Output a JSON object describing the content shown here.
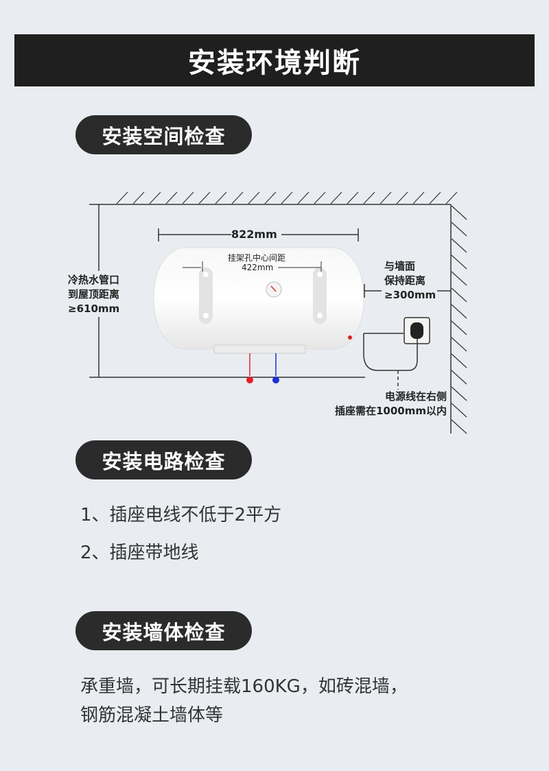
{
  "header": {
    "title": "安装环境判断"
  },
  "sections": [
    {
      "title": "安装空间检查"
    },
    {
      "title": "安装电路检查",
      "items": [
        "1、插座电线不低于2平方",
        "2、插座带地线"
      ]
    },
    {
      "title": "安装墙体检查",
      "lines": [
        "承重墙，可长期挂载160KG，如砖混墙，",
        "钢筋混凝土墙体等"
      ]
    }
  ],
  "diagram": {
    "width_label": "822mm",
    "hole_label": "挂架孔中心间距",
    "hole_distance": "422mm",
    "ceiling_label": [
      "冷热水管口",
      "到屋顶距离",
      "≥610mm"
    ],
    "wall_label": [
      "与墙面",
      "保持距离",
      "≥300mm"
    ],
    "socket_label": [
      "电源线在右侧",
      "插座需在1000mm以内"
    ],
    "colors": {
      "hot": "#e8202a",
      "cold": "#1c2fd8"
    }
  }
}
